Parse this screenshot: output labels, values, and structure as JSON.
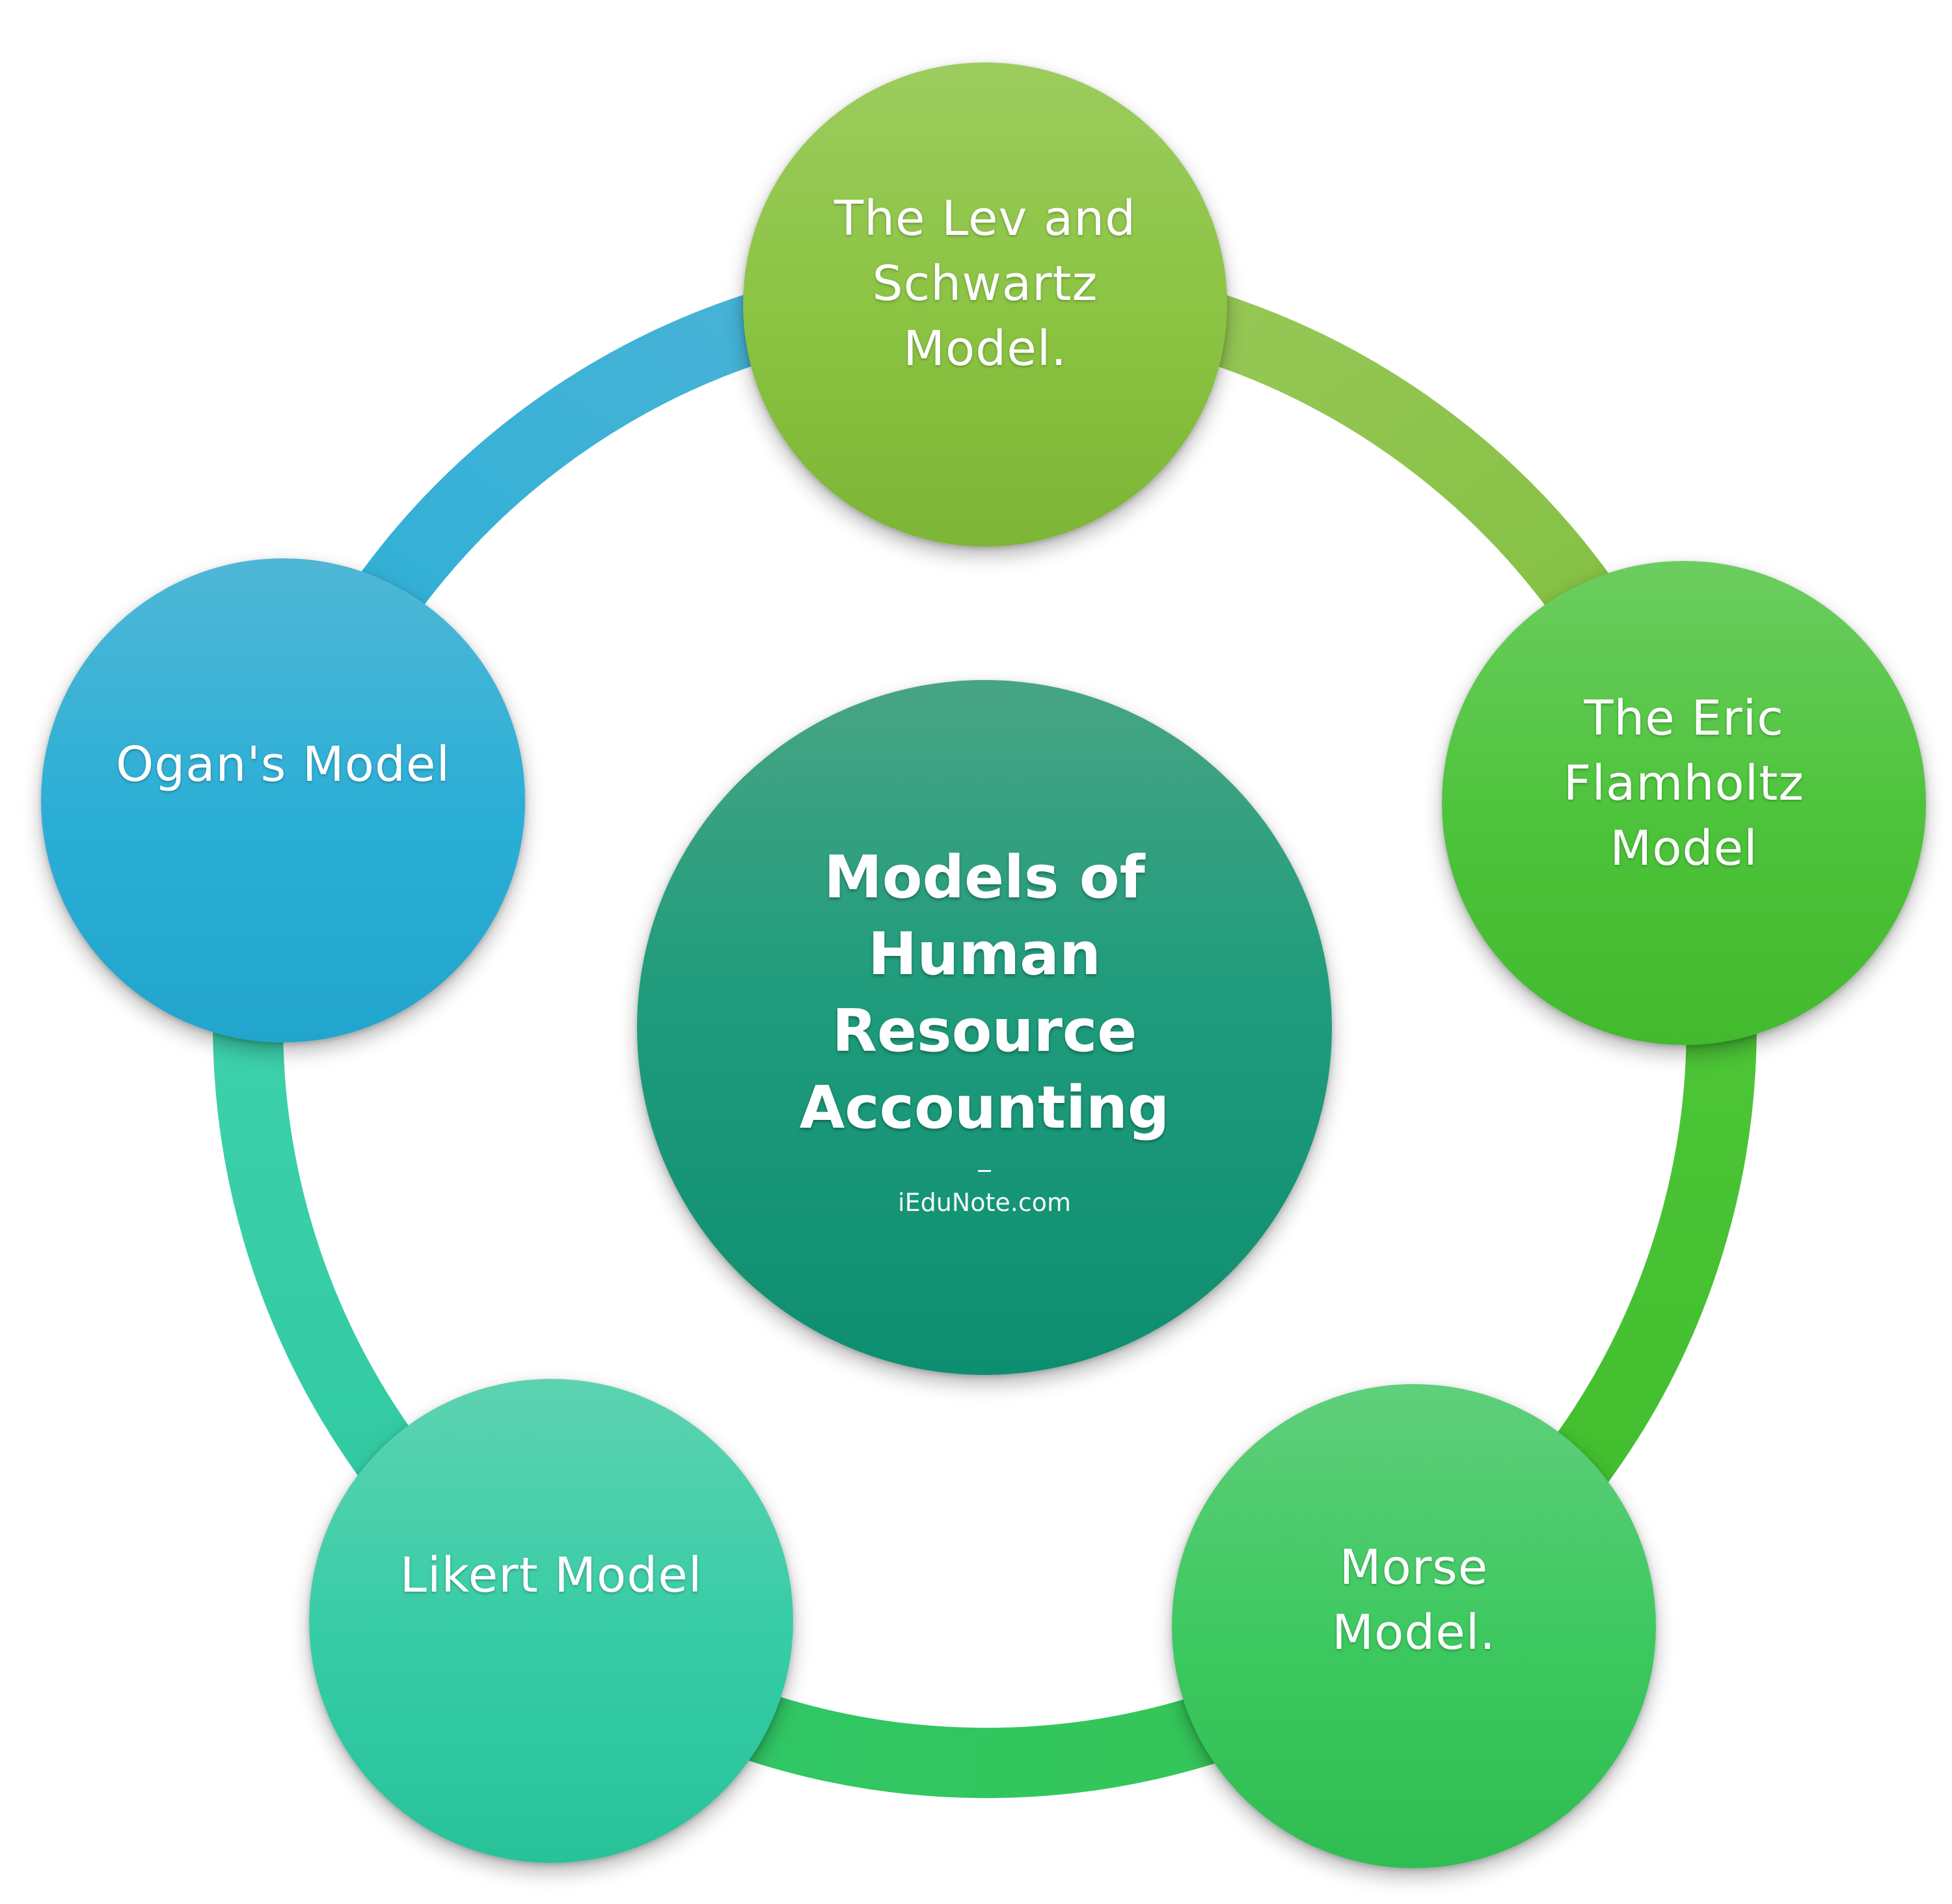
{
  "center": {
    "title": "Models of Human Resource Accounting",
    "source": "iEduNote.com"
  },
  "nodes": [
    {
      "id": "lev",
      "label": "The Lev and Schwartz Model."
    },
    {
      "id": "eric",
      "label": "The Eric Flamholtz Model"
    },
    {
      "id": "morse",
      "label": "Morse Model."
    },
    {
      "id": "likert",
      "label": "Likert Model"
    },
    {
      "id": "ogan",
      "label": "Ogan's Model"
    }
  ],
  "colors": {
    "arc_lev_eric": "#8dc54a",
    "arc_eric_morse": "#49c233",
    "arc_morse_likert": "#34c55c",
    "arc_likert_ogan": "#33cda5",
    "arc_ogan_lev": "#38b0d6"
  }
}
